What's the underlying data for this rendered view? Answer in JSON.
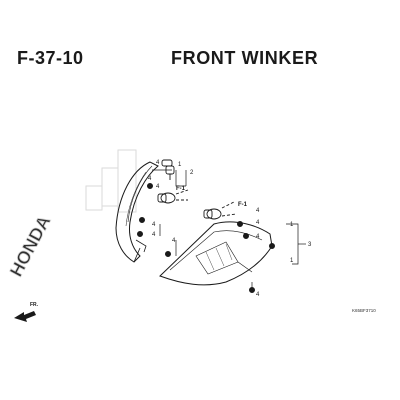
{
  "header": {
    "code": "F-37-10",
    "title": "FRONT WINKER"
  },
  "watermark": {
    "brand": "HONDA"
  },
  "callouts": {
    "part_1": "1",
    "part_2": "2",
    "part_3": "3",
    "part_4": "4",
    "ref_f1": "F-1",
    "fr_arrow": "FR."
  },
  "footer": {
    "ref_code": "K65BF3710"
  },
  "colors": {
    "line": "#1a1a1a",
    "watermark": "#d6d6d6"
  }
}
